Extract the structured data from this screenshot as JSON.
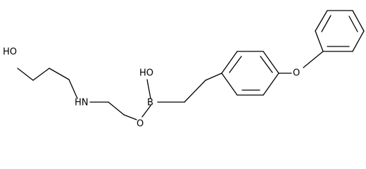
{
  "structure": {
    "labels": {
      "hydroxyl_terminal": "HO",
      "amine": "HN",
      "boron_hydroxyl": "HO",
      "boron": "B",
      "ester_oxygen": "O",
      "ether_oxygen": "O"
    },
    "colors": {
      "bond": "#000000",
      "label": "#000000",
      "background": "#ffffff"
    }
  }
}
